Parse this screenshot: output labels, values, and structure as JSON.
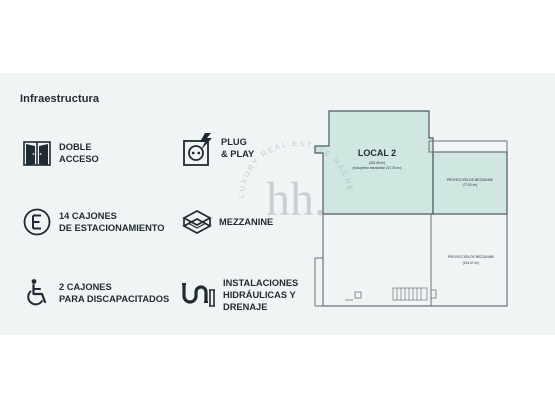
{
  "section_title": "Infraestructura",
  "features": [
    {
      "id": "doble-acceso",
      "icon": "double-door-icon",
      "label": "DOBLE\nACCESO"
    },
    {
      "id": "plug-play",
      "icon": "plug-socket-icon",
      "label": "PLUG\n& PLAY"
    },
    {
      "id": "estacionamiento",
      "icon": "parking-e-icon",
      "label": "14 CAJONES\nDE ESTACIONAMIENTO"
    },
    {
      "id": "mezzanine",
      "icon": "mezzanine-icon",
      "label": "MEZZANINE"
    },
    {
      "id": "discapacitados",
      "icon": "wheelchair-icon",
      "label": "2 CAJONES\nPARA DISCAPACITADOS"
    },
    {
      "id": "instalaciones",
      "icon": "pipes-icon",
      "label": "INSTALACIONES\nHIDRÁULICAS Y\nDRENAJE"
    }
  ],
  "floor_plan": {
    "local_label": "LOCAL 2",
    "local_area": "(333.49 m²)",
    "local_note": "(incluyendo mezzanine 227.00 m²)",
    "mezz1_label": "PROYECCIÓN DE MEZZANINE",
    "mezz1_area": "(77.03 m²)",
    "mezz2_label": "PROYECCIÓN DE MEZZANINE",
    "mezz2_area": "(144.47 m²)"
  },
  "watermark": {
    "monogram": "hh.",
    "ring_text": "LUXURY REAL ESTATE HACHE"
  },
  "colors": {
    "band": "#f1f4f5",
    "highlight": "#cfe6e1",
    "ink": "#1f2a33",
    "plan_line": "#6b7478"
  }
}
